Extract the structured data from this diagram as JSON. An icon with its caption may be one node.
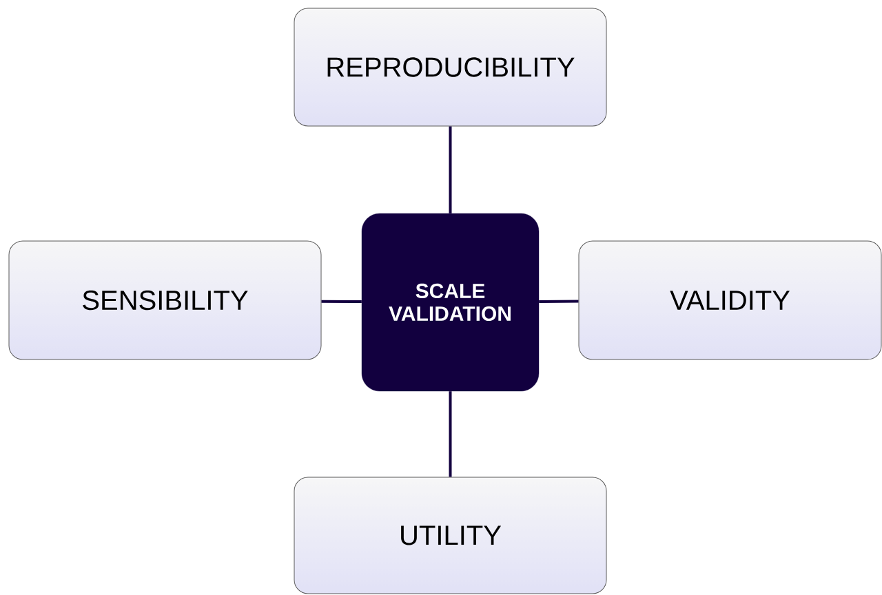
{
  "diagram": {
    "nodes": [
      {
        "text": [
          "REPRODUCIBILITY"
        ]
      },
      {
        "text": [
          "SENSIBILITY"
        ]
      },
      {
        "text": [
          "SCALE VALIDATION"
        ]
      },
      {
        "text": [
          "VALIDITY"
        ]
      },
      {
        "text": [
          "UTILITY"
        ]
      }
    ],
    "edges": [
      {
        "from": 2,
        "to": 0,
        "arrow": "none"
      },
      {
        "from": 2,
        "to": 1,
        "arrow": "none"
      },
      {
        "from": 2,
        "to": 3,
        "arrow": "none"
      },
      {
        "from": 2,
        "to": 4,
        "arrow": "none"
      }
    ]
  }
}
